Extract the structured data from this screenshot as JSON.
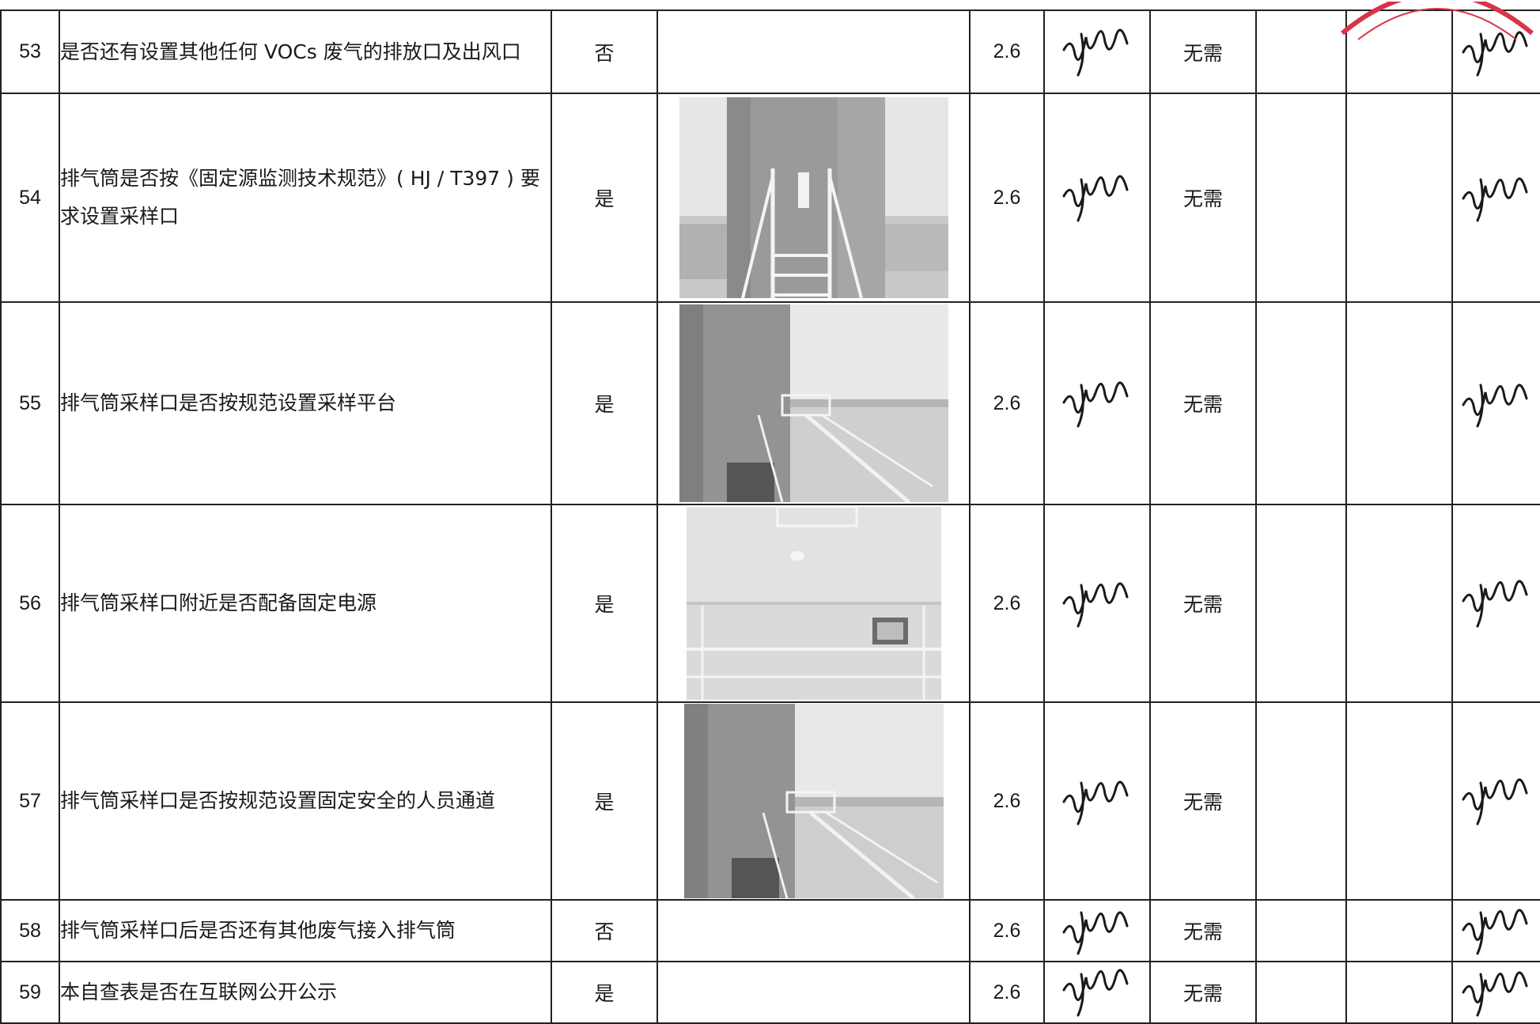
{
  "rows": [
    {
      "num": "53",
      "item": "是否还有设置其他任何 VOCs 废气的排放口及出风口",
      "answer": "否",
      "score": "2.6",
      "note": "无需",
      "photo": null
    },
    {
      "num": "54",
      "item": "排气筒是否按《固定源监测技术规范》( HJ / T397 ) 要求设置采样口",
      "answer": "是",
      "score": "2.6",
      "note": "无需",
      "photo": "stack-ladder"
    },
    {
      "num": "55",
      "item": "排气筒采样口是否按规范设置采样平台",
      "answer": "是",
      "score": "2.6",
      "note": "无需",
      "photo": "stack-platform"
    },
    {
      "num": "56",
      "item": "排气筒采样口附近是否配备固定电源",
      "answer": "是",
      "score": "2.6",
      "note": "无需",
      "photo": "power-box"
    },
    {
      "num": "57",
      "item": "排气筒采样口是否按规范设置固定安全的人员通道",
      "answer": "是",
      "score": "2.6",
      "note": "无需",
      "photo": "stack-stairs"
    },
    {
      "num": "58",
      "item": "排气筒采样口后是否还有其他废气接入排气筒",
      "answer": "否",
      "score": "2.6",
      "note": "无需",
      "photo": null
    },
    {
      "num": "59",
      "item": "本自查表是否在互联网公开公示",
      "answer": "是",
      "score": "2.6",
      "note": "无需",
      "photo": null
    }
  ],
  "colors": {
    "grid": "#222222",
    "stamp": "#d8344a",
    "ink": "#1a1a1a",
    "photo_gray": "#8d8d8d"
  }
}
